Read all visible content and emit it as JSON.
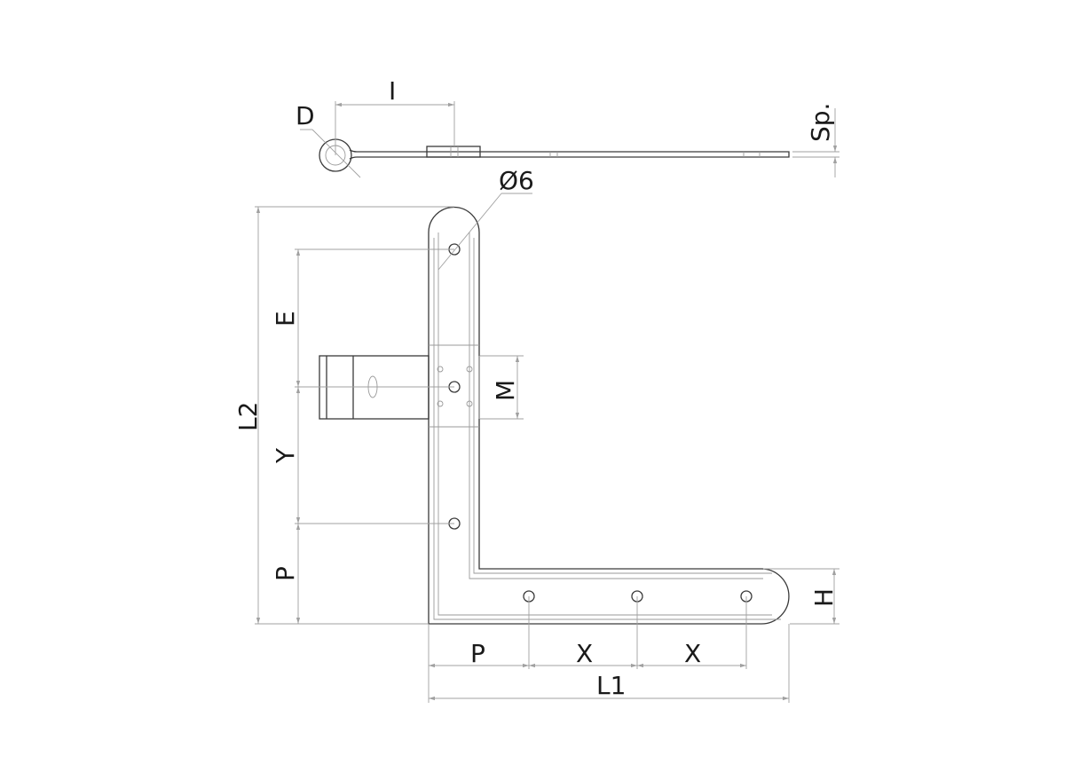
{
  "drawing": {
    "labels": {
      "D": "D",
      "I": "I",
      "Sp": "Sp.",
      "hole_diameter": "Ø6",
      "E": "E",
      "M": "M",
      "L2": "L2",
      "Y": "Y",
      "P_vertical": "P",
      "H": "H",
      "P_horizontal": "P",
      "X1": "X",
      "X2": "X",
      "L1": "L1"
    },
    "colors": {
      "outline": "#3a3a3a",
      "dimension": "#a0a0a0"
    }
  }
}
